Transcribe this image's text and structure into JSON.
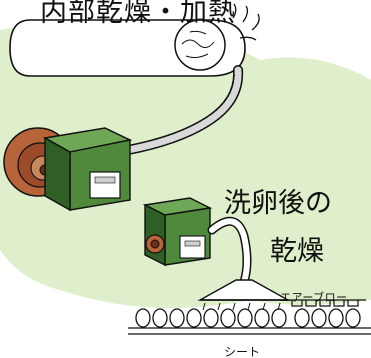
{
  "labels": {
    "top_partial": "内部乾燥・加熱",
    "egg_wash_dry_line1": "洗卵後の",
    "egg_wash_dry_line2": "乾燥",
    "air_blow": "エアーブロー",
    "sheet": "シート"
  },
  "colors": {
    "background_green": "#dfeecb",
    "machine_green": "#4f8a3c",
    "machine_green_dark": "#2f5f25",
    "fan_brown": "#9b4a2a",
    "fan_brown_dark": "#6e2f1a",
    "hose_grey": "#8a8a8a",
    "line_black": "#111111"
  }
}
